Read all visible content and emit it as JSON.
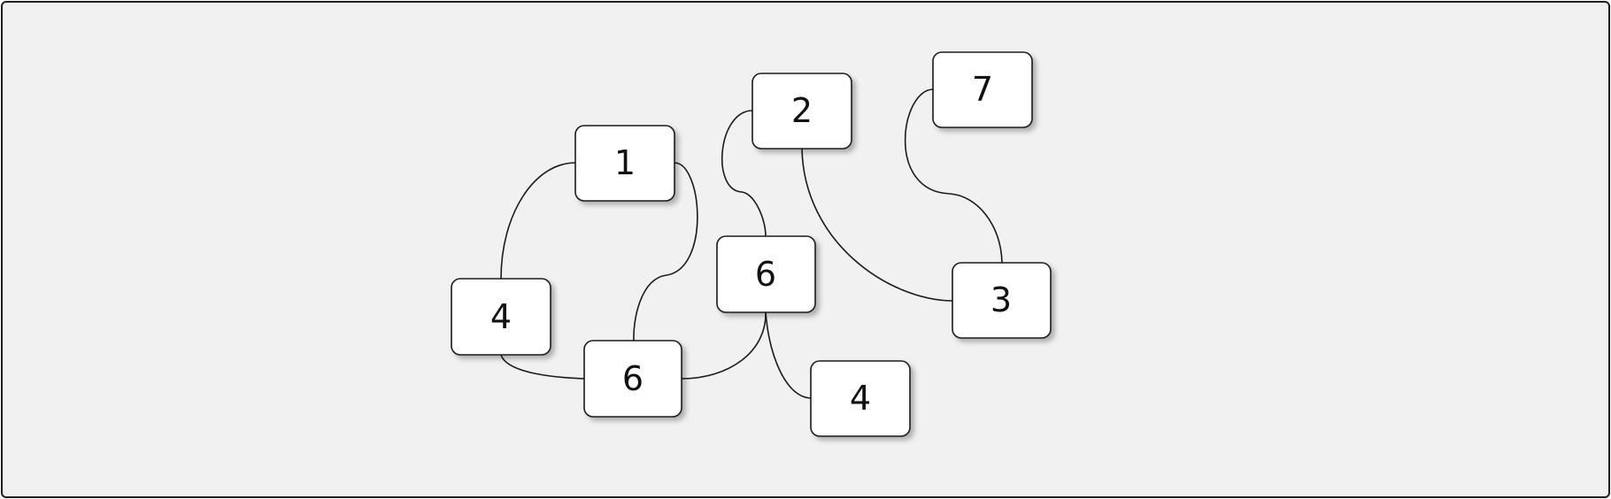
{
  "diagram": {
    "nodes": [
      {
        "id": "n1",
        "label": "1"
      },
      {
        "id": "n2",
        "label": "2"
      },
      {
        "id": "n3",
        "label": "3"
      },
      {
        "id": "n4a",
        "label": "4"
      },
      {
        "id": "n4b",
        "label": "4"
      },
      {
        "id": "n6a",
        "label": "6"
      },
      {
        "id": "n6b",
        "label": "6"
      },
      {
        "id": "n7",
        "label": "7"
      }
    ],
    "edges": [
      {
        "from": "n1",
        "to": "n4a"
      },
      {
        "from": "n1",
        "to": "n6a"
      },
      {
        "from": "n4a",
        "to": "n6a"
      },
      {
        "from": "n6a",
        "to": "n6b"
      },
      {
        "from": "n2",
        "to": "n6b"
      },
      {
        "from": "n6b",
        "to": "n4b"
      },
      {
        "from": "n2",
        "to": "n3"
      },
      {
        "from": "n7",
        "to": "n3"
      }
    ]
  }
}
